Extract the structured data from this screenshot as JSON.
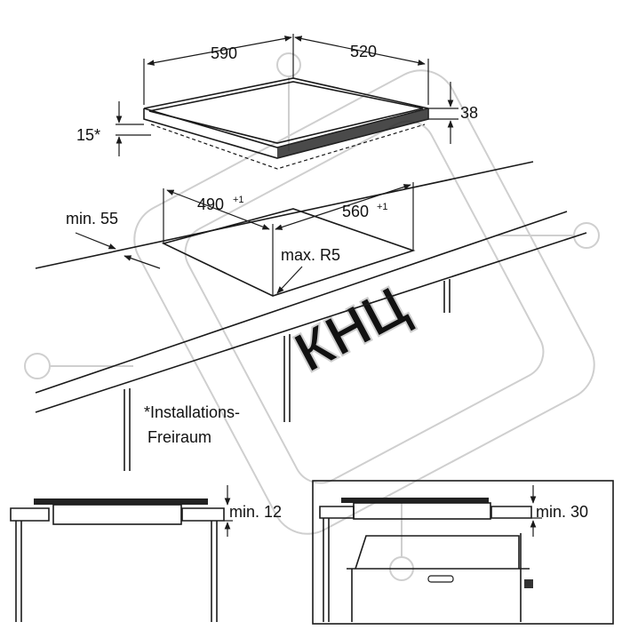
{
  "dimensions": {
    "hob_width": "590",
    "hob_depth": "520",
    "hob_height": "38",
    "clearance_left": "15*",
    "cutout_width": "490",
    "cutout_width_tol": "+1",
    "cutout_depth": "560",
    "cutout_depth_tol": "+1",
    "edge_min": "min. 55",
    "corner_radius": "max. R5",
    "install_gap_min": "min. 12",
    "oven_gap_min": "min. 30"
  },
  "footnote": {
    "line1": "*Installations-",
    "line2": "Freiraum"
  },
  "watermark": {
    "text": "КНЦ"
  }
}
